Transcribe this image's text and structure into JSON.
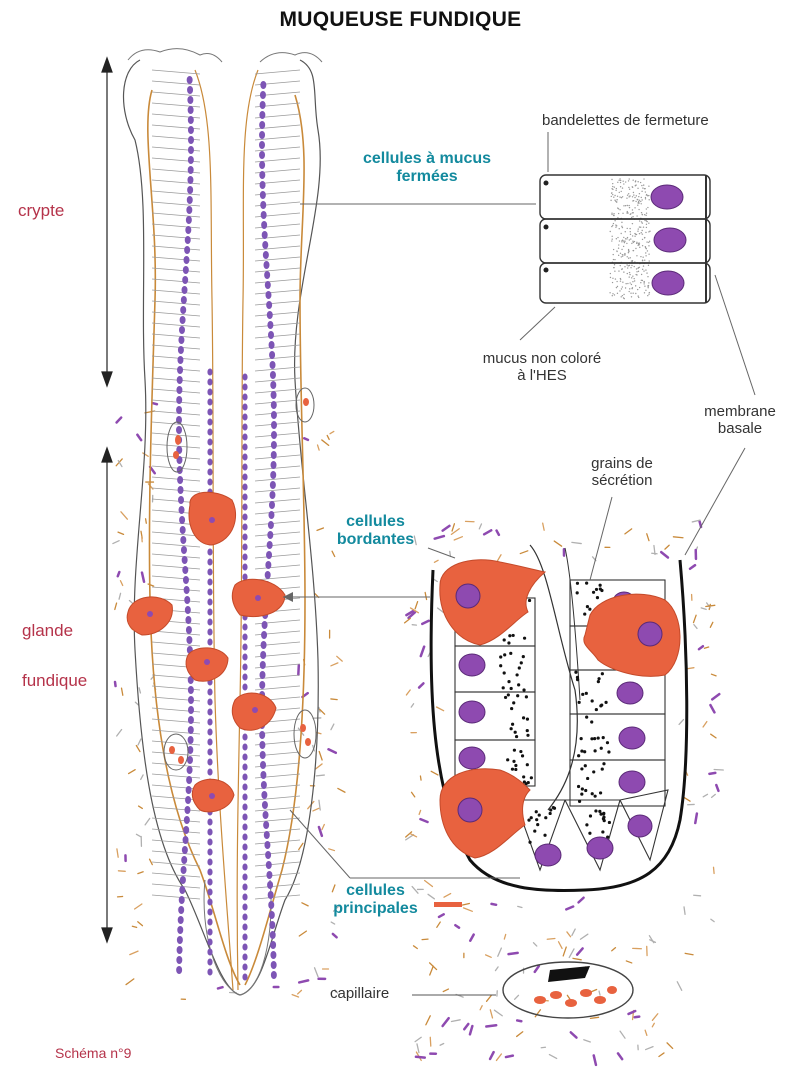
{
  "title": "MUQUEUSE FUNDIQUE",
  "labels": {
    "crypte": "crypte",
    "glande": "glande",
    "fundique": "fundique",
    "mucus_cells_1": "cellules à mucus",
    "mucus_cells_2": "fermées",
    "bandelettes": "bandelettes de fermeture",
    "mucus_non_colore_1": "mucus non coloré",
    "mucus_non_colore_2": "à l'HES",
    "membrane_1": "membrane",
    "membrane_2": "basale",
    "grains_1": "grains de",
    "grains_2": "sécrétion",
    "bordantes_1": "cellules",
    "bordantes_2": "bordantes",
    "principales_1": "cellules",
    "principales_2": "principales",
    "capillaire": "capillaire"
  },
  "footer": "Schéma n°9",
  "colors": {
    "title": "#111111",
    "region_label": "#b5334a",
    "cell_label": "#138a9e",
    "parietal_cell": "#e8623f",
    "nucleus": "#7d3fa0",
    "basement_line": "#c98a3a",
    "outline": "#222222"
  }
}
